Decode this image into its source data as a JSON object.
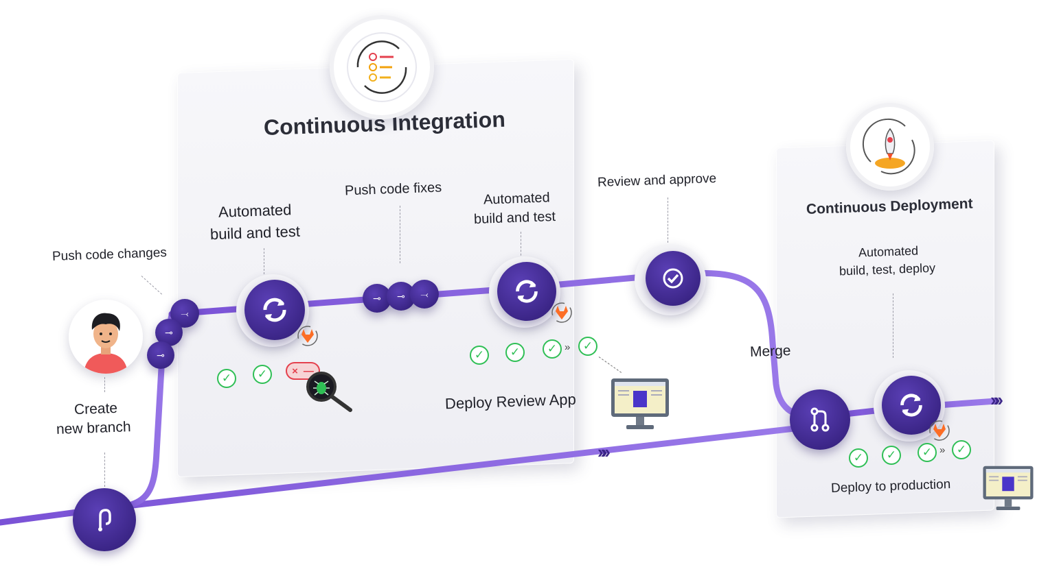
{
  "panels": {
    "ci_title": "Continuous Integration",
    "cd_title": "Continuous Deployment"
  },
  "labels": {
    "push_code_changes": "Push code changes",
    "create_new_branch_1": "Create",
    "create_new_branch_2": "new branch",
    "automated_build_test_1_line1": "Automated",
    "automated_build_test_1_line2": "build and test",
    "push_code_fixes": "Push code fixes",
    "automated_build_test_2_line1": "Automated",
    "automated_build_test_2_line2": "build and test",
    "review_and_approve": "Review and approve",
    "merge": "Merge",
    "automated_build_test_deploy_line1": "Automated",
    "automated_build_test_deploy_line2": "build, test, deploy",
    "deploy_review_app": "Deploy Review App",
    "deploy_to_production": "Deploy to production"
  },
  "icons": {
    "pipeline": "pipeline-checklist-icon",
    "rocket": "rocket-icon",
    "commit": "commit-icon",
    "sync": "sync-icon",
    "approve": "approve-check-icon",
    "merge": "merge-icon",
    "branch": "branch-icon",
    "gitlab": "gitlab-fox-icon",
    "bug": "bug-search-icon",
    "monitor": "monitor-icon"
  },
  "colors": {
    "node": "#3c2688",
    "wire": "#8a63e0",
    "success": "#2fbf55",
    "failure": "#e4404d",
    "gitlab_orange": "#fc6d26"
  }
}
